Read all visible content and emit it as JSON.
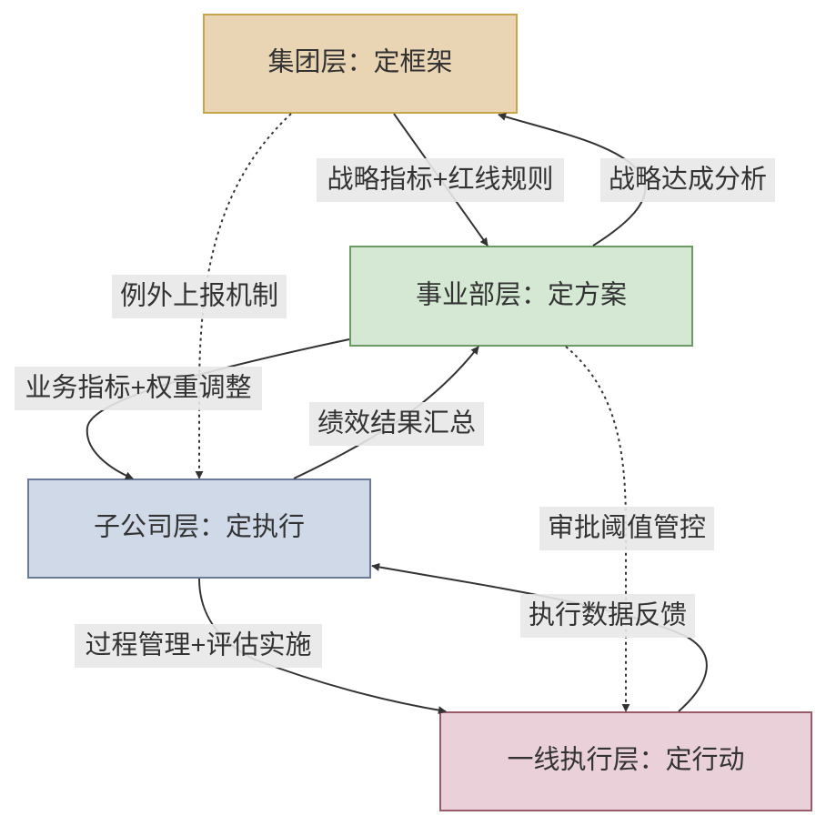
{
  "nodes": {
    "group": {
      "label": "集团层：定框架",
      "fill": "#e9d4b4",
      "stroke": "#c8a54a"
    },
    "division": {
      "label": "事业部层：定方案",
      "fill": "#d5e8d4",
      "stroke": "#6b9a64"
    },
    "subsidiary": {
      "label": "子公司层：定执行",
      "fill": "#d0d9e8",
      "stroke": "#6c7a99"
    },
    "frontline": {
      "label": "一线执行层：定行动",
      "fill": "#ead1d9",
      "stroke": "#9a5a6a"
    }
  },
  "edges": {
    "strategy_indicators": "战略指标+红线规则",
    "strategy_analysis": "战略达成分析",
    "exception_report": "例外上报机制",
    "business_indicators": "业务指标+权重调整",
    "performance_summary": "绩效结果汇总",
    "approval_control": "审批阈值管控",
    "execution_feedback": "执行数据反馈",
    "process_management": "过程管理+评估实施"
  }
}
